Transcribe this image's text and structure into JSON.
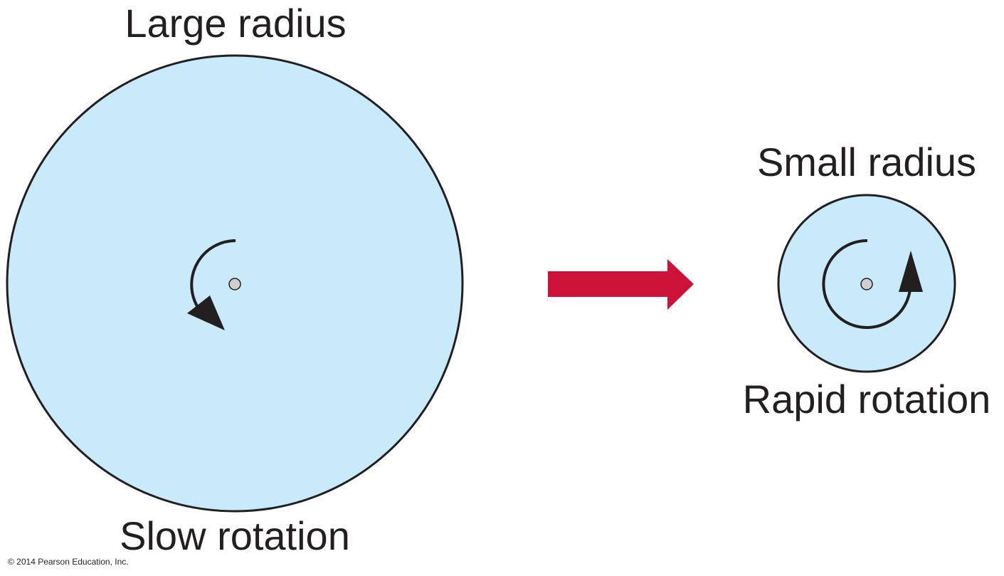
{
  "labels": {
    "large_radius": "Large radius",
    "slow_rotation": "Slow rotation",
    "small_radius": "Small radius",
    "rapid_rotation": "Rapid rotation"
  },
  "copyright": "© 2014 Pearson Education, Inc.",
  "colors": {
    "disk_fill": "#c8eafa",
    "outline": "#231f20",
    "transition_arrow": "#cc1236",
    "center_dot": "#cfcfcf",
    "text": "#231f20"
  },
  "icons": {
    "transition": "right-arrow-icon",
    "slow_spin": "counterclockwise-arrow-icon",
    "fast_spin": "counterclockwise-arrow-icon"
  }
}
